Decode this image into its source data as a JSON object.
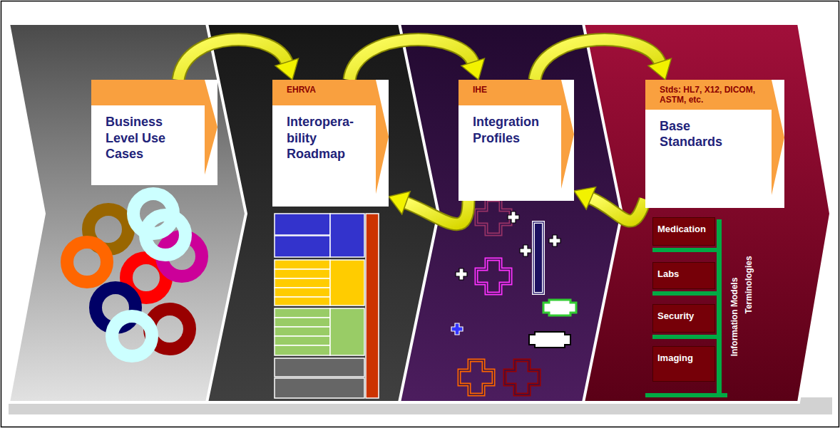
{
  "diagram": {
    "nodes": [
      {
        "text": [
          "Business Level Use Cases"
        ]
      },
      {
        "text": [
          "EHRVA",
          "Interopera- bility Roadmap"
        ]
      },
      {
        "text": [
          "IHE",
          "Integration Profiles"
        ]
      },
      {
        "text": [
          "Stds: HL7, X12, DICOM, ASTM, etc.",
          "Base Standards"
        ]
      },
      {
        "text": [
          "Medication"
        ]
      },
      {
        "text": [
          "Labs"
        ]
      },
      {
        "text": [
          "Security"
        ]
      },
      {
        "text": [
          "Imaging"
        ]
      }
    ],
    "edges": [
      {
        "from": 0,
        "to": 1,
        "arrow": "to"
      },
      {
        "from": 1,
        "to": 2,
        "arrow": "to"
      },
      {
        "from": 2,
        "to": 3,
        "arrow": "to"
      },
      {
        "from": 2,
        "to": 1,
        "arrow": "to"
      },
      {
        "from": 3,
        "to": 2,
        "arrow": "to"
      }
    ],
    "labels": [
      "Information Models",
      "Terminologies"
    ]
  }
}
